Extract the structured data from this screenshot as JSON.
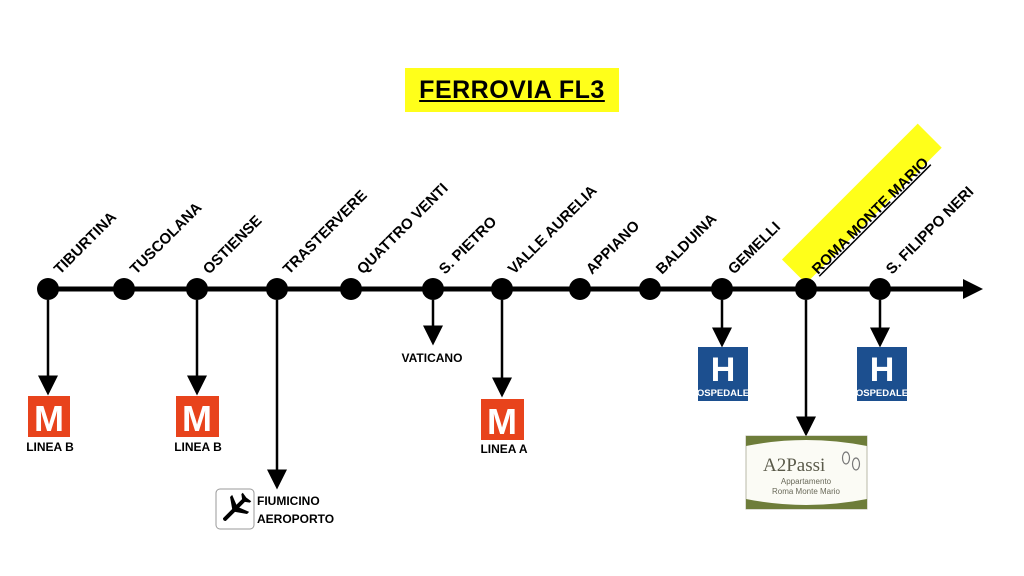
{
  "title": "FERROVIA FL3",
  "colors": {
    "highlight": "#ffff1a",
    "line": "#000000",
    "metro": "#e8431c",
    "hospital": "#1c4f8f",
    "a2passi_green": "#6e7d3a"
  },
  "stations": [
    {
      "name": "TIBURTINA",
      "highlighted": false
    },
    {
      "name": "TUSCOLANA",
      "highlighted": false
    },
    {
      "name": "OSTIENSE",
      "highlighted": false
    },
    {
      "name": "TRASTERVERE",
      "highlighted": false
    },
    {
      "name": "QUATTRO VENTI",
      "highlighted": false
    },
    {
      "name": "S. PIETRO",
      "highlighted": false
    },
    {
      "name": "VALLE AURELIA",
      "highlighted": false
    },
    {
      "name": "APPIANO",
      "highlighted": false
    },
    {
      "name": "BALDUINA",
      "highlighted": false
    },
    {
      "name": "GEMELLI",
      "highlighted": false
    },
    {
      "name": "ROMA MONTE MARIO",
      "highlighted": true
    },
    {
      "name": "S. FILIPPO NERI",
      "highlighted": false
    }
  ],
  "connections": {
    "tiburtina_metro": {
      "icon": "metro-icon",
      "letter": "M",
      "label": "LINEA B"
    },
    "ostiense_metro": {
      "icon": "metro-icon",
      "letter": "M",
      "label": "LINEA B"
    },
    "trastevere_airport": {
      "icon": "airplane-icon",
      "line1": "FIUMICINO",
      "line2": "AEROPORTO"
    },
    "spietro": {
      "label": "VATICANO"
    },
    "valle_aurelia_metro": {
      "icon": "metro-icon",
      "letter": "M",
      "label": "LINEA A"
    },
    "gemelli_hospital": {
      "icon": "hospital-icon",
      "letter": "H",
      "label": "OSPEDALE"
    },
    "filippo_hospital": {
      "icon": "hospital-icon",
      "letter": "H",
      "label": "OSPEDALE"
    },
    "monte_mario_logo": {
      "icon": "a2passi-logo",
      "brand": "A2Passi",
      "line1": "Appartamento",
      "line2": "Roma Monte Mario"
    }
  }
}
